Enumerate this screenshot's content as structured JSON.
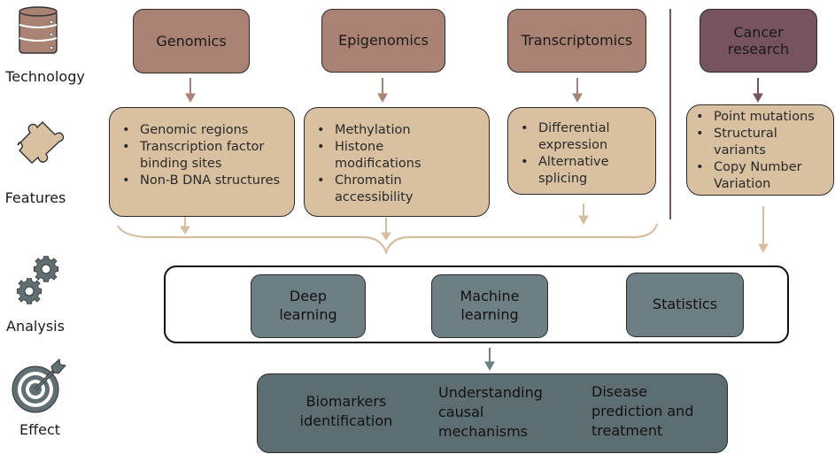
{
  "row_labels": {
    "technology": "Technology",
    "features": "Features",
    "analysis": "Analysis",
    "effect": "Effect"
  },
  "row_icons": {
    "technology": "database-icon",
    "features": "puzzle-piece-icon",
    "analysis": "gears-icon",
    "effect": "target-arrow-icon"
  },
  "technologies": [
    {
      "label": "Genomics"
    },
    {
      "label": "Epigenomics"
    },
    {
      "label": "Transcriptomics"
    },
    {
      "label": "Cancer research"
    }
  ],
  "features": [
    {
      "items": [
        "Genomic regions",
        "Transcription factor binding sites",
        "Non-B DNA structures"
      ]
    },
    {
      "items": [
        "Methylation",
        "Histone modifications",
        "Chromatin accessibility"
      ]
    },
    {
      "items": [
        "Differential expression",
        "Alternative splicing"
      ]
    },
    {
      "items": [
        "Point mutations",
        "Structural variants",
        "Copy Number Variation"
      ]
    }
  ],
  "analysis_methods": [
    {
      "label": "Deep learning"
    },
    {
      "label": "Machine learning"
    },
    {
      "label": "Statistics"
    }
  ],
  "effects": [
    {
      "label": "Biomarkers identification"
    },
    {
      "label": "Understanding causal mechanisms"
    },
    {
      "label": "Disease prediction and treatment"
    }
  ],
  "colors": {
    "technology_box": "#a98274",
    "cancer_box": "#76535f",
    "feature_box": "#d8c0a0",
    "analysis_box": "#6e7f84",
    "effect_box": "#5c6e72",
    "arrow_tech": "#a98274",
    "arrow_cancer": "#76535f",
    "arrow_feature": "#d8bea0",
    "arrow_analysis": "#6e7f84",
    "divider": "#76535f"
  }
}
